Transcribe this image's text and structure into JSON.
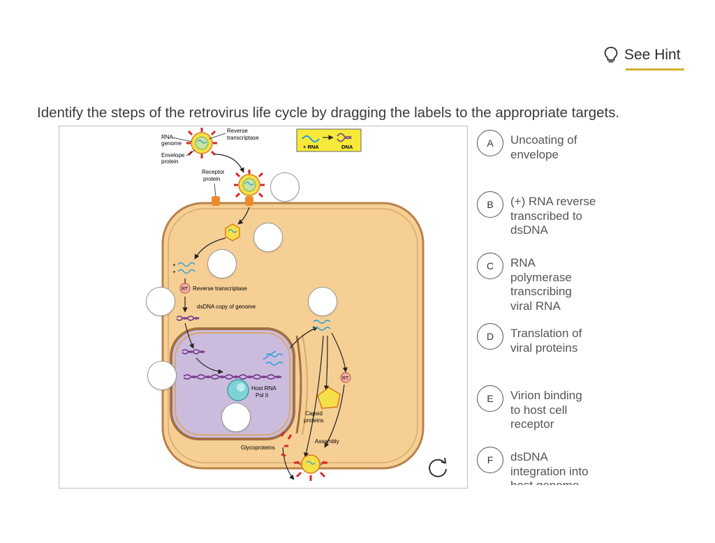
{
  "hint": {
    "label": "See Hint",
    "icon": "lightbulb-icon"
  },
  "question": "Identify the steps of the retrovirus life cycle by dragging the labels to the appropriate targets.",
  "diagram": {
    "rna_genome": "RNA",
    "rna_genome2": "genome",
    "envelope": "Envelope",
    "envelope2": "protein",
    "reverse_transcriptase": "Reverse",
    "reverse_transcriptase2": "transcriptase",
    "receptor": "Receptor",
    "receptor2": "protein",
    "legend_rna": "+ RNA",
    "legend_dna": "DNA",
    "rt_badge": "RT",
    "rt_label": "Reverse transcriptase",
    "dsdna_label": "dsDNA copy of genome",
    "host_rna": "Host RNA",
    "host_rna2": "Pol II",
    "capsid": "Capsid",
    "capsid2": "proteins",
    "assembly": "Assembly",
    "glycoproteins": "Glycoproteins",
    "plus1": "+",
    "plus2": "+",
    "rt_badge2": "RT"
  },
  "labels": [
    {
      "letter": "A",
      "text": "Uncoating of envelope"
    },
    {
      "letter": "B",
      "text": "(+) RNA reverse transcribed to dsDNA"
    },
    {
      "letter": "C",
      "text": "RNA polymerase transcribing viral RNA"
    },
    {
      "letter": "D",
      "text": "Translation of viral proteins"
    },
    {
      "letter": "E",
      "text": "Virion binding to host cell receptor"
    },
    {
      "letter": "F",
      "text": "dsDNA integration into host genome"
    }
  ],
  "colors": {
    "cell": "#f6cf95",
    "nucleus": "#cbbcde",
    "hint_underline": "#d7ad2f"
  }
}
